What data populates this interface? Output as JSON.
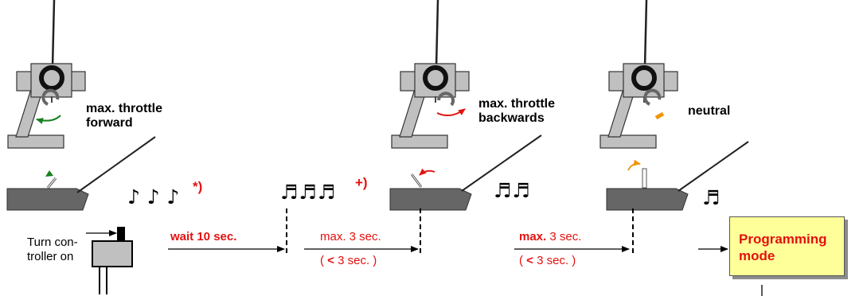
{
  "steps": {
    "step1": {
      "label_line1": "max. throttle",
      "label_line2": "forward",
      "beeps": "♪ ♪ ♪",
      "note_mark": "*)"
    },
    "step2": {
      "label_line1": "max. throttle",
      "label_line2": "backwards",
      "beeps": "♬♬♬",
      "note_mark": "+)"
    },
    "step3": {
      "label": "neutral",
      "beeps": "♬♬"
    },
    "step4": {
      "beeps": "♬"
    }
  },
  "turn_on": {
    "line1": "Turn con-",
    "line2": "troller on"
  },
  "timing": {
    "wait": "wait 10 sec.",
    "seg2_top": "max. 3 sec.",
    "seg2_bottom": {
      "open": "( ",
      "lt": "<",
      "rest": " 3 sec. )"
    },
    "seg3_top": {
      "bold": "max.",
      "rest": " 3 sec."
    },
    "seg3_bottom": {
      "open": "( ",
      "lt": "<",
      "rest": " 3 sec. )"
    }
  },
  "programming_mode": "Programming mode",
  "colors": {
    "red": "#e3110f",
    "green": "#17801f",
    "orange": "#f0960a",
    "box_fill": "#ffff99",
    "transmitter_gray": "#c0c0c0",
    "boat_gray": "#666666"
  }
}
